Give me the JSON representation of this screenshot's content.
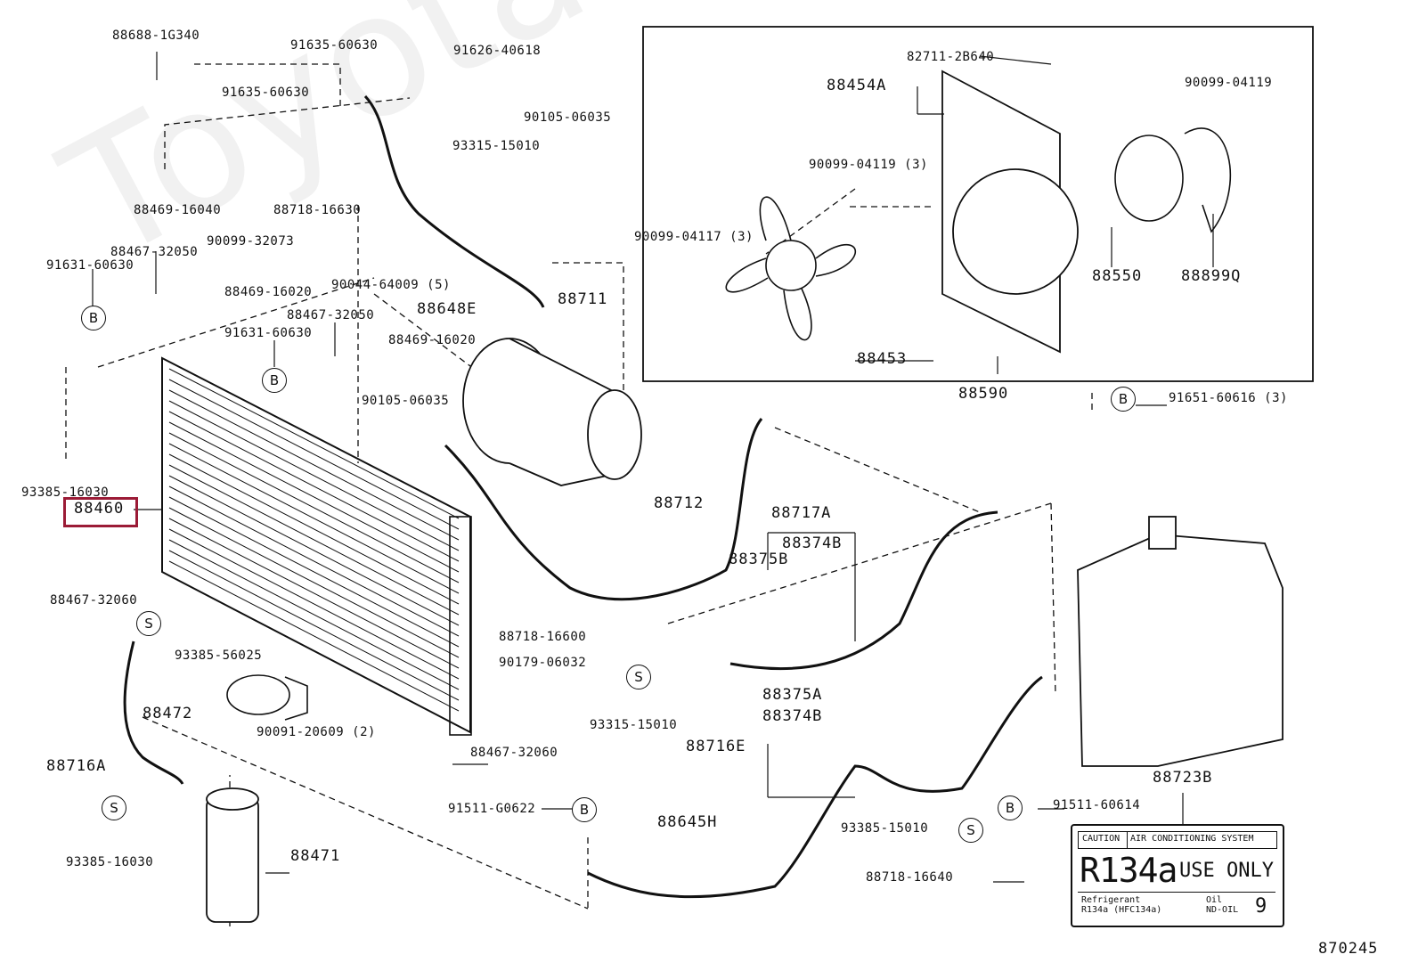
{
  "watermark": "ToyotaCarMinsk",
  "diagram_id": "870245",
  "highlight_color": "#9b1b36",
  "highlighted_part": "88460",
  "parts": [
    {
      "id": "p1",
      "text": "88688-1G340"
    },
    {
      "id": "p2",
      "text": "91635-60630"
    },
    {
      "id": "p3",
      "text": "91626-40618"
    },
    {
      "id": "p4",
      "text": "91635-60630"
    },
    {
      "id": "p5",
      "text": "90105-06035"
    },
    {
      "id": "p6",
      "text": "93315-15010"
    },
    {
      "id": "p7",
      "text": "88469-16040"
    },
    {
      "id": "p8",
      "text": "88718-16630"
    },
    {
      "id": "p9",
      "text": "90099-32073"
    },
    {
      "id": "p10",
      "text": "88467-32050"
    },
    {
      "id": "p11",
      "text": "91631-60630"
    },
    {
      "id": "p12",
      "text": "88469-16020"
    },
    {
      "id": "p13",
      "text": "90044-64009 (5)"
    },
    {
      "id": "p14",
      "text": "88648E"
    },
    {
      "id": "p15",
      "text": "88711"
    },
    {
      "id": "p16",
      "text": "88467-32050"
    },
    {
      "id": "p17",
      "text": "91631-60630"
    },
    {
      "id": "p18",
      "text": "88469-16020"
    },
    {
      "id": "p19",
      "text": "90105-06035"
    },
    {
      "id": "p20",
      "text": "93385-16030"
    },
    {
      "id": "p21",
      "text": "88460"
    },
    {
      "id": "p22",
      "text": "88712"
    },
    {
      "id": "p23",
      "text": "88717A"
    },
    {
      "id": "p24",
      "text": "88374B"
    },
    {
      "id": "p25",
      "text": "88375B"
    },
    {
      "id": "p26",
      "text": "88467-32060"
    },
    {
      "id": "p27",
      "text": "93385-56025"
    },
    {
      "id": "p28",
      "text": "88718-16600"
    },
    {
      "id": "p29",
      "text": "90179-06032"
    },
    {
      "id": "p30",
      "text": "88472"
    },
    {
      "id": "p31",
      "text": "90091-20609 (2)"
    },
    {
      "id": "p32",
      "text": "93315-15010"
    },
    {
      "id": "p33",
      "text": "88375A"
    },
    {
      "id": "p34",
      "text": "88374B"
    },
    {
      "id": "p35",
      "text": "88716E"
    },
    {
      "id": "p36",
      "text": "88716A"
    },
    {
      "id": "p37",
      "text": "88467-32060"
    },
    {
      "id": "p38",
      "text": "91511-G0622"
    },
    {
      "id": "p39",
      "text": "88645H"
    },
    {
      "id": "p40",
      "text": "93385-16030"
    },
    {
      "id": "p41",
      "text": "88471"
    },
    {
      "id": "p42",
      "text": "93385-15010"
    },
    {
      "id": "p43",
      "text": "91511-60614"
    },
    {
      "id": "p44",
      "text": "88723B"
    },
    {
      "id": "p45",
      "text": "88718-16640"
    },
    {
      "id": "p46",
      "text": "82711-2B640"
    },
    {
      "id": "p47",
      "text": "88454A"
    },
    {
      "id": "p48",
      "text": "90099-04119"
    },
    {
      "id": "p49",
      "text": "90099-04119 (3)"
    },
    {
      "id": "p50",
      "text": "90099-04117 (3)"
    },
    {
      "id": "p51",
      "text": "88550"
    },
    {
      "id": "p52",
      "text": "88899Q"
    },
    {
      "id": "p53",
      "text": "88453"
    },
    {
      "id": "p54",
      "text": "88590"
    },
    {
      "id": "p55",
      "text": "91651-60616 (3)"
    }
  ],
  "markers": {
    "b": "B",
    "s": "S"
  },
  "caution_label": {
    "caution": "CAUTION",
    "system": "AIR CONDITIONING SYSTEM",
    "refrigerant_big": "R134a",
    "use_only": "USE ONLY",
    "refrigerant_line1": "Refrigerant",
    "refrigerant_line2": "R134a (HFC134a)",
    "oil_line1": "Oil",
    "oil_line2": "ND-OIL",
    "oil_number": "9"
  }
}
